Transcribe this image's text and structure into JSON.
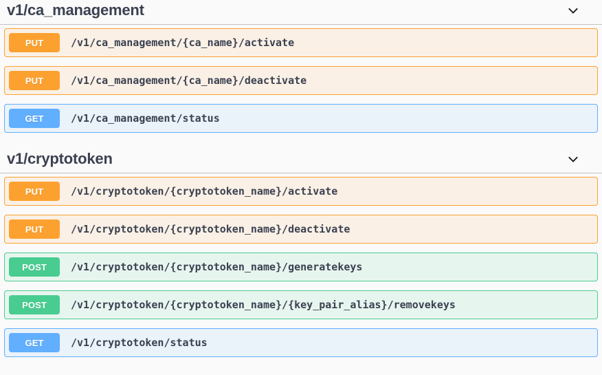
{
  "page": {
    "background_color": "#fafafa",
    "text_color": "#3b4151"
  },
  "method_colors": {
    "get": "#61affe",
    "post": "#49cc90",
    "put": "#fca130",
    "delete": "#f93e3e",
    "patch": "#50e3c2"
  },
  "sections": [
    {
      "title": "v1/ca_management",
      "collapse_icon": "chevron-down-icon",
      "expanded": true,
      "operations": [
        {
          "method": "PUT",
          "method_key": "put",
          "path": "/v1/ca_management/{ca_name}/activate"
        },
        {
          "method": "PUT",
          "method_key": "put",
          "path": "/v1/ca_management/{ca_name}/deactivate"
        },
        {
          "method": "GET",
          "method_key": "get",
          "path": "/v1/ca_management/status"
        }
      ]
    },
    {
      "title": "v1/cryptotoken",
      "collapse_icon": "chevron-down-icon",
      "expanded": true,
      "operations": [
        {
          "method": "PUT",
          "method_key": "put",
          "path": "/v1/cryptotoken/{cryptotoken_name}/activate"
        },
        {
          "method": "PUT",
          "method_key": "put",
          "path": "/v1/cryptotoken/{cryptotoken_name}/deactivate"
        },
        {
          "method": "POST",
          "method_key": "post",
          "path": "/v1/cryptotoken/{cryptotoken_name}/generatekeys"
        },
        {
          "method": "POST",
          "method_key": "post",
          "path": "/v1/cryptotoken/{cryptotoken_name}/{key_pair_alias}/removekeys"
        },
        {
          "method": "GET",
          "method_key": "get",
          "path": "/v1/cryptotoken/status"
        }
      ]
    }
  ]
}
